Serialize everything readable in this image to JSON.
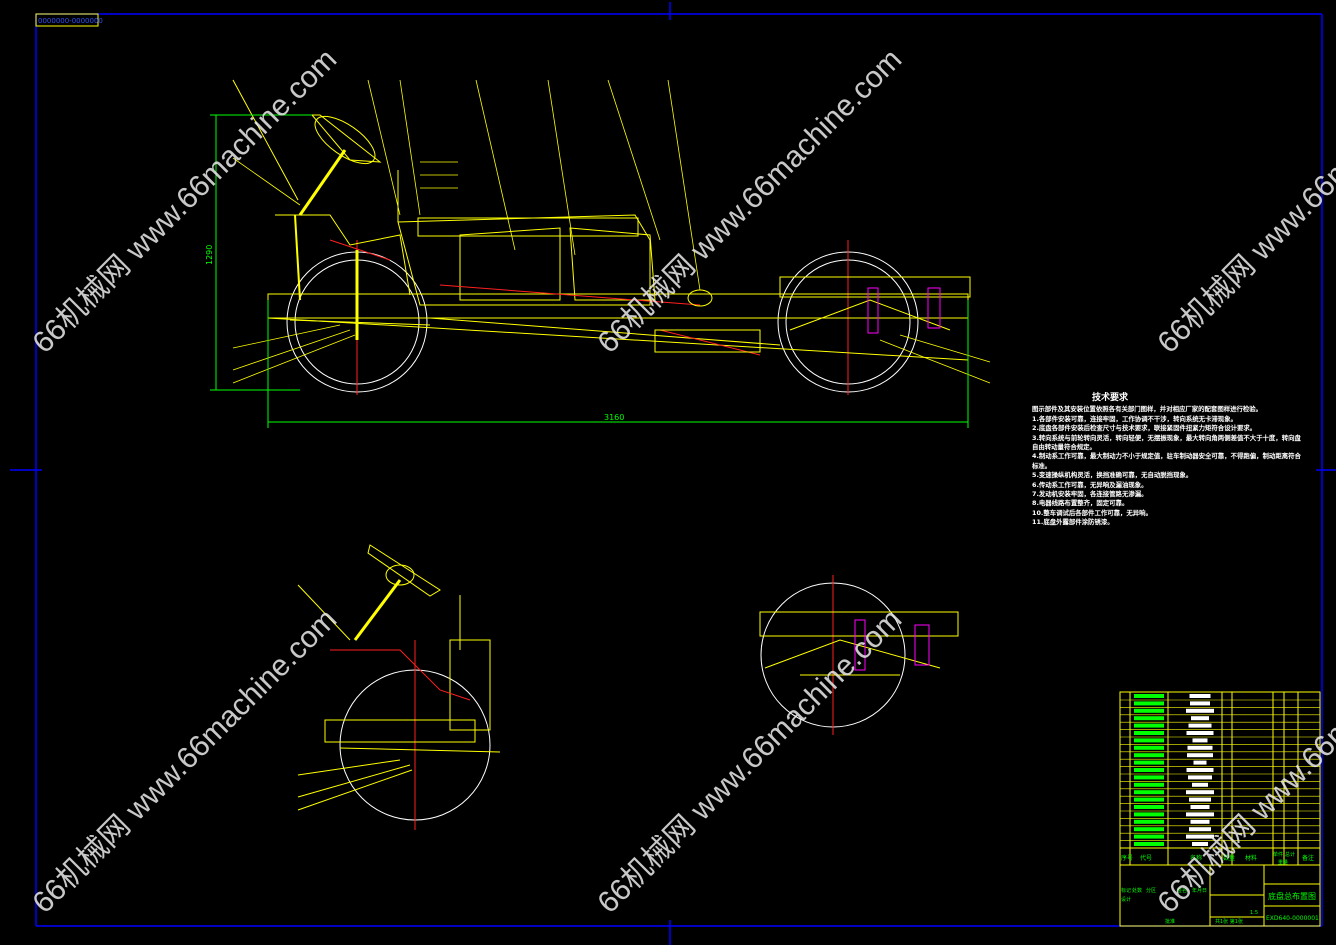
{
  "drawing": {
    "code_tag": "0000000-0000000",
    "dim_width": "3160",
    "dim_height": "1290",
    "colors": {
      "frame": "#0000ff",
      "line": "#ffff00",
      "dim": "#00ff00",
      "center": "#ff0000",
      "accent": "#ff00ff"
    }
  },
  "tech_requirements": {
    "title": "技术要求",
    "lines": [
      "图示部件及其安装位置依照各有关部门图样，并对相应厂家的配套图样进行检验。",
      "1.各部件安装可靠，连接牢固，工作协调不干涉，转向系统无卡滞现象。",
      "2.底盘各部件安装后检查尺寸与技术要求，联接紧固件扭紧力矩符合设计要求。",
      "3.转向系统与前轮转向灵活，转向轻便，无摆振现象，最大转向角两侧差值不大于十度，转向盘自由转动量符合规定。",
      "4.制动系工作可靠，最大制动力不小于规定值，驻车制动器安全可靠，不得跑偏，制动距离符合标准。",
      "5.变速操纵机构灵活，换挡准确可靠，无自动脱挡现象。",
      "6.传动系工作可靠，无异响及漏油现象。",
      "7.发动机安装牢固，各连接管路无渗漏。",
      "8.电器线路布置整齐，固定可靠。",
      "10.整车调试后各部件工作可靠，无异响。",
      "11.底盘外露部件涂防锈漆。"
    ]
  },
  "title_block": {
    "headers": [
      "序号",
      "代号",
      "名称",
      "数量",
      "材料",
      "单件",
      "总计",
      "重量",
      "备注"
    ],
    "revision_headers": [
      "标记",
      "处数",
      "分区",
      "签名",
      "年月日"
    ],
    "design": "设计",
    "approve": "批准",
    "sheet_info": "共1张 第1张",
    "scale": "1:5",
    "drawing_name": "底盘总布置图",
    "drawing_number": "EXD640-0000001"
  },
  "watermark": "66机械网 www.66machine.com"
}
